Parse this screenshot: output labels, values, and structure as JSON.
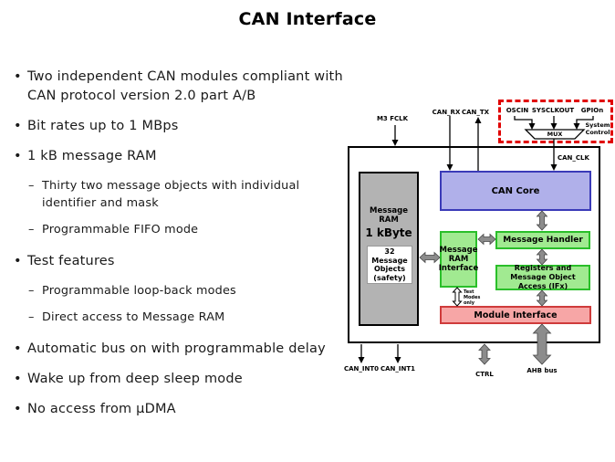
{
  "title": "CAN Interface",
  "chars": {
    "bullet": "•",
    "dash": "–"
  },
  "bullets": [
    {
      "level": 1,
      "text": "Two independent CAN modules compliant with CAN protocol version 2.0 part A/B"
    },
    {
      "level": 1,
      "text": "Bit rates up to 1 MBps"
    },
    {
      "level": 1,
      "text": "1 kB message RAM"
    },
    {
      "level": 2,
      "text": "Thirty two message objects with individual identifier and mask"
    },
    {
      "level": 2,
      "text": "Programmable FIFO mode"
    },
    {
      "level": 1,
      "text": "Test features"
    },
    {
      "level": 2,
      "text": "Programmable loop-back modes"
    },
    {
      "level": 2,
      "text": "Direct access to Message RAM"
    },
    {
      "level": 1,
      "text": "Automatic bus on with programmable delay"
    },
    {
      "level": 1,
      "text": "Wake up from deep sleep mode"
    },
    {
      "level": 1,
      "text": "No access from µDMA"
    }
  ],
  "diagram": {
    "labels": {
      "m3_fclk": "M3 FCLK",
      "can_rx": "CAN_RX",
      "can_tx": "CAN_TX",
      "oscin": "OSCIN",
      "sysclkout": "SYSCLKOUT",
      "gpion": "GPIOn",
      "system_control": "System Control",
      "mux": "MUX",
      "can_clk": "CAN_CLK",
      "can_int0": "CAN_INT0",
      "can_int1": "CAN_INT1",
      "ctrl": "CTRL",
      "ahb_bus": "AHB bus",
      "test_modes": "Test Modes only"
    },
    "blocks": {
      "message_ram_line1": "Message RAM",
      "message_ram_line2": "1 kByte",
      "message_objects": "32 Message Objects (safety)",
      "can_core": "CAN Core",
      "message_ram_interface": "Message RAM Interface",
      "message_handler": "Message Handler",
      "registers": "Registers and Message Object Access (IFx)",
      "module_interface": "Module Interface"
    },
    "colors": {
      "can_core_fill": "#b0b0ea",
      "can_core_border": "#3a3ab8",
      "green_fill": "#a1ea91",
      "green_border": "#2abf2a",
      "pink_fill": "#f7a6a6",
      "pink_border": "#cf3b3b",
      "gray_fill": "#b3b3b3",
      "arrow_gray": "#8c8c8c",
      "dashed_red": "#e00000"
    }
  }
}
